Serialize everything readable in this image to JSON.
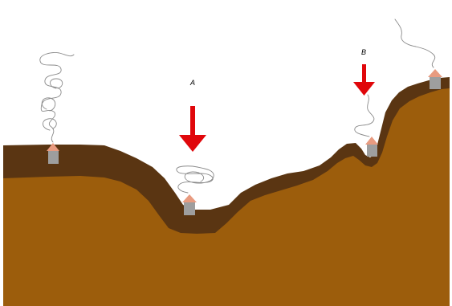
{
  "diagram": {
    "colors": {
      "background": "#ffffff",
      "ground": "#9c5d0c",
      "topsoil": "#5a3512",
      "arrow": "#e0070b",
      "house_wall": "#9e9e9e",
      "house_roof": "#e89b80",
      "smoke": "#8a8a8a"
    },
    "labels": {
      "a": "A",
      "b": "B"
    },
    "arrows": [
      {
        "label_key": "a",
        "icon": "down-arrow"
      },
      {
        "label_key": "b",
        "icon": "down-arrow"
      }
    ],
    "houses": [
      {
        "id": "left-plateau",
        "smoke": "tall-rising"
      },
      {
        "id": "valley-floor",
        "smoke": "trapped-layer"
      },
      {
        "id": "small-ledge",
        "smoke": "short-rising"
      },
      {
        "id": "right-hilltop",
        "smoke": "tall-rising"
      }
    ]
  }
}
